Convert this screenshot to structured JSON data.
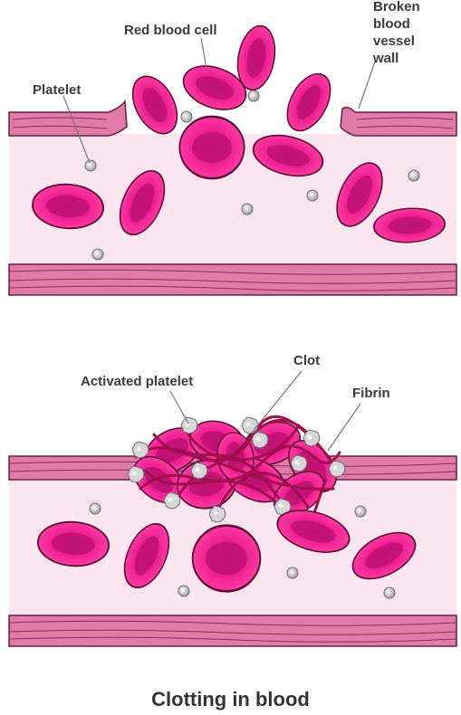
{
  "top_panel": {
    "labels": {
      "red_blood_cell": "Red blood cell",
      "platelet": "Platelet",
      "broken_wall_line1": "Broken",
      "broken_wall_line2": "blood",
      "broken_wall_line3": "vessel",
      "broken_wall_line4": "wall"
    }
  },
  "bottom_panel": {
    "labels": {
      "activated_platelet": "Activated platelet",
      "clot": "Clot",
      "fibrin": "Fibrin"
    }
  },
  "caption": "Clotting in blood",
  "colors": {
    "red_blood_cell": "#e8198c",
    "red_blood_cell_dark": "#9e0f5a",
    "vessel_wall": "#e07aa8",
    "vessel_lumen": "#fbe6ef",
    "platelet": "#c8c8c8",
    "fibrin": "#a0104f"
  }
}
